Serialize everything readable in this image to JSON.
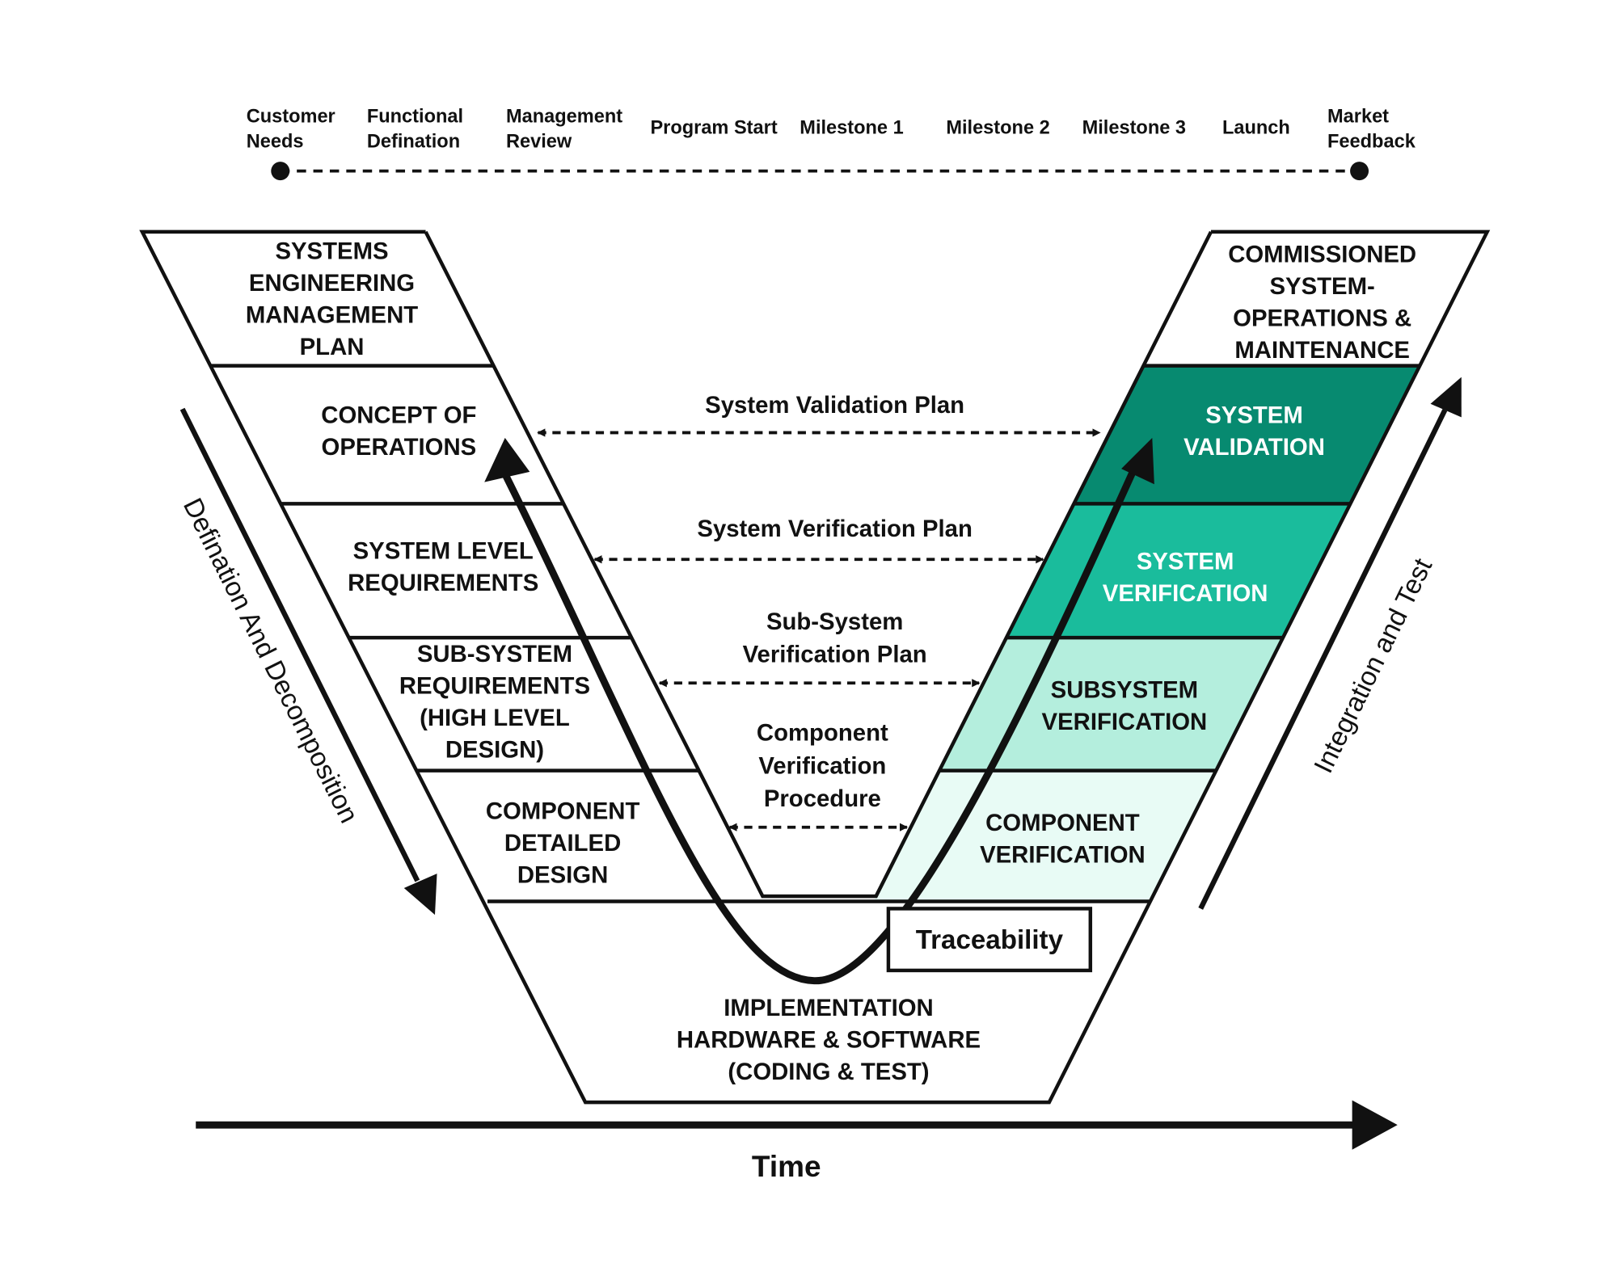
{
  "timeline": {
    "milestones": [
      [
        "Customer",
        "Needs"
      ],
      [
        "Functional",
        "Defination"
      ],
      [
        "Management",
        "Review"
      ],
      [
        "Program Start"
      ],
      [
        "Milestone 1"
      ],
      [
        "Milestone 2"
      ],
      [
        "Milestone 3"
      ],
      [
        "Launch"
      ],
      [
        "Market",
        "Feedback"
      ]
    ]
  },
  "left_stages": [
    [
      "SYSTEMS",
      "ENGINEERING",
      "MANAGEMENT",
      "PLAN"
    ],
    [
      "CONCEPT OF",
      "OPERATIONS"
    ],
    [
      "SYSTEM LEVEL",
      "REQUIREMENTS"
    ],
    [
      "SUB-SYSTEM",
      "REQUIREMENTS",
      "(HIGH LEVEL",
      "DESIGN)"
    ],
    [
      "COMPONENT",
      "DETAILED",
      "DESIGN"
    ]
  ],
  "right_stages": [
    [
      "COMMISSIONED",
      "SYSTEM-",
      "OPERATIONS &",
      "MAINTENANCE"
    ],
    [
      "SYSTEM",
      "VALIDATION"
    ],
    [
      "SYSTEM",
      "VERIFICATION"
    ],
    [
      "SUBSYSTEM",
      "VERIFICATION"
    ],
    [
      "COMPONENT",
      "VERIFICATION"
    ]
  ],
  "bottom_stage": [
    "IMPLEMENTATION",
    "HARDWARE & SOFTWARE",
    "(CODING & TEST)"
  ],
  "plans": [
    [
      "System Validation Plan"
    ],
    [
      "System Verification Plan"
    ],
    [
      "Sub-System",
      "Verification Plan"
    ],
    [
      "Component",
      "Verification",
      "Procedure"
    ]
  ],
  "traceability": "Traceability",
  "left_axis": "Defination And Decomposition",
  "right_axis": "Integration and Test",
  "time_axis": "Time",
  "colors": {
    "system_validation": "#078a70",
    "system_verification": "#1abc9c",
    "subsystem_verification": "#b4eedd",
    "component_verification": "#e8fbf5"
  }
}
